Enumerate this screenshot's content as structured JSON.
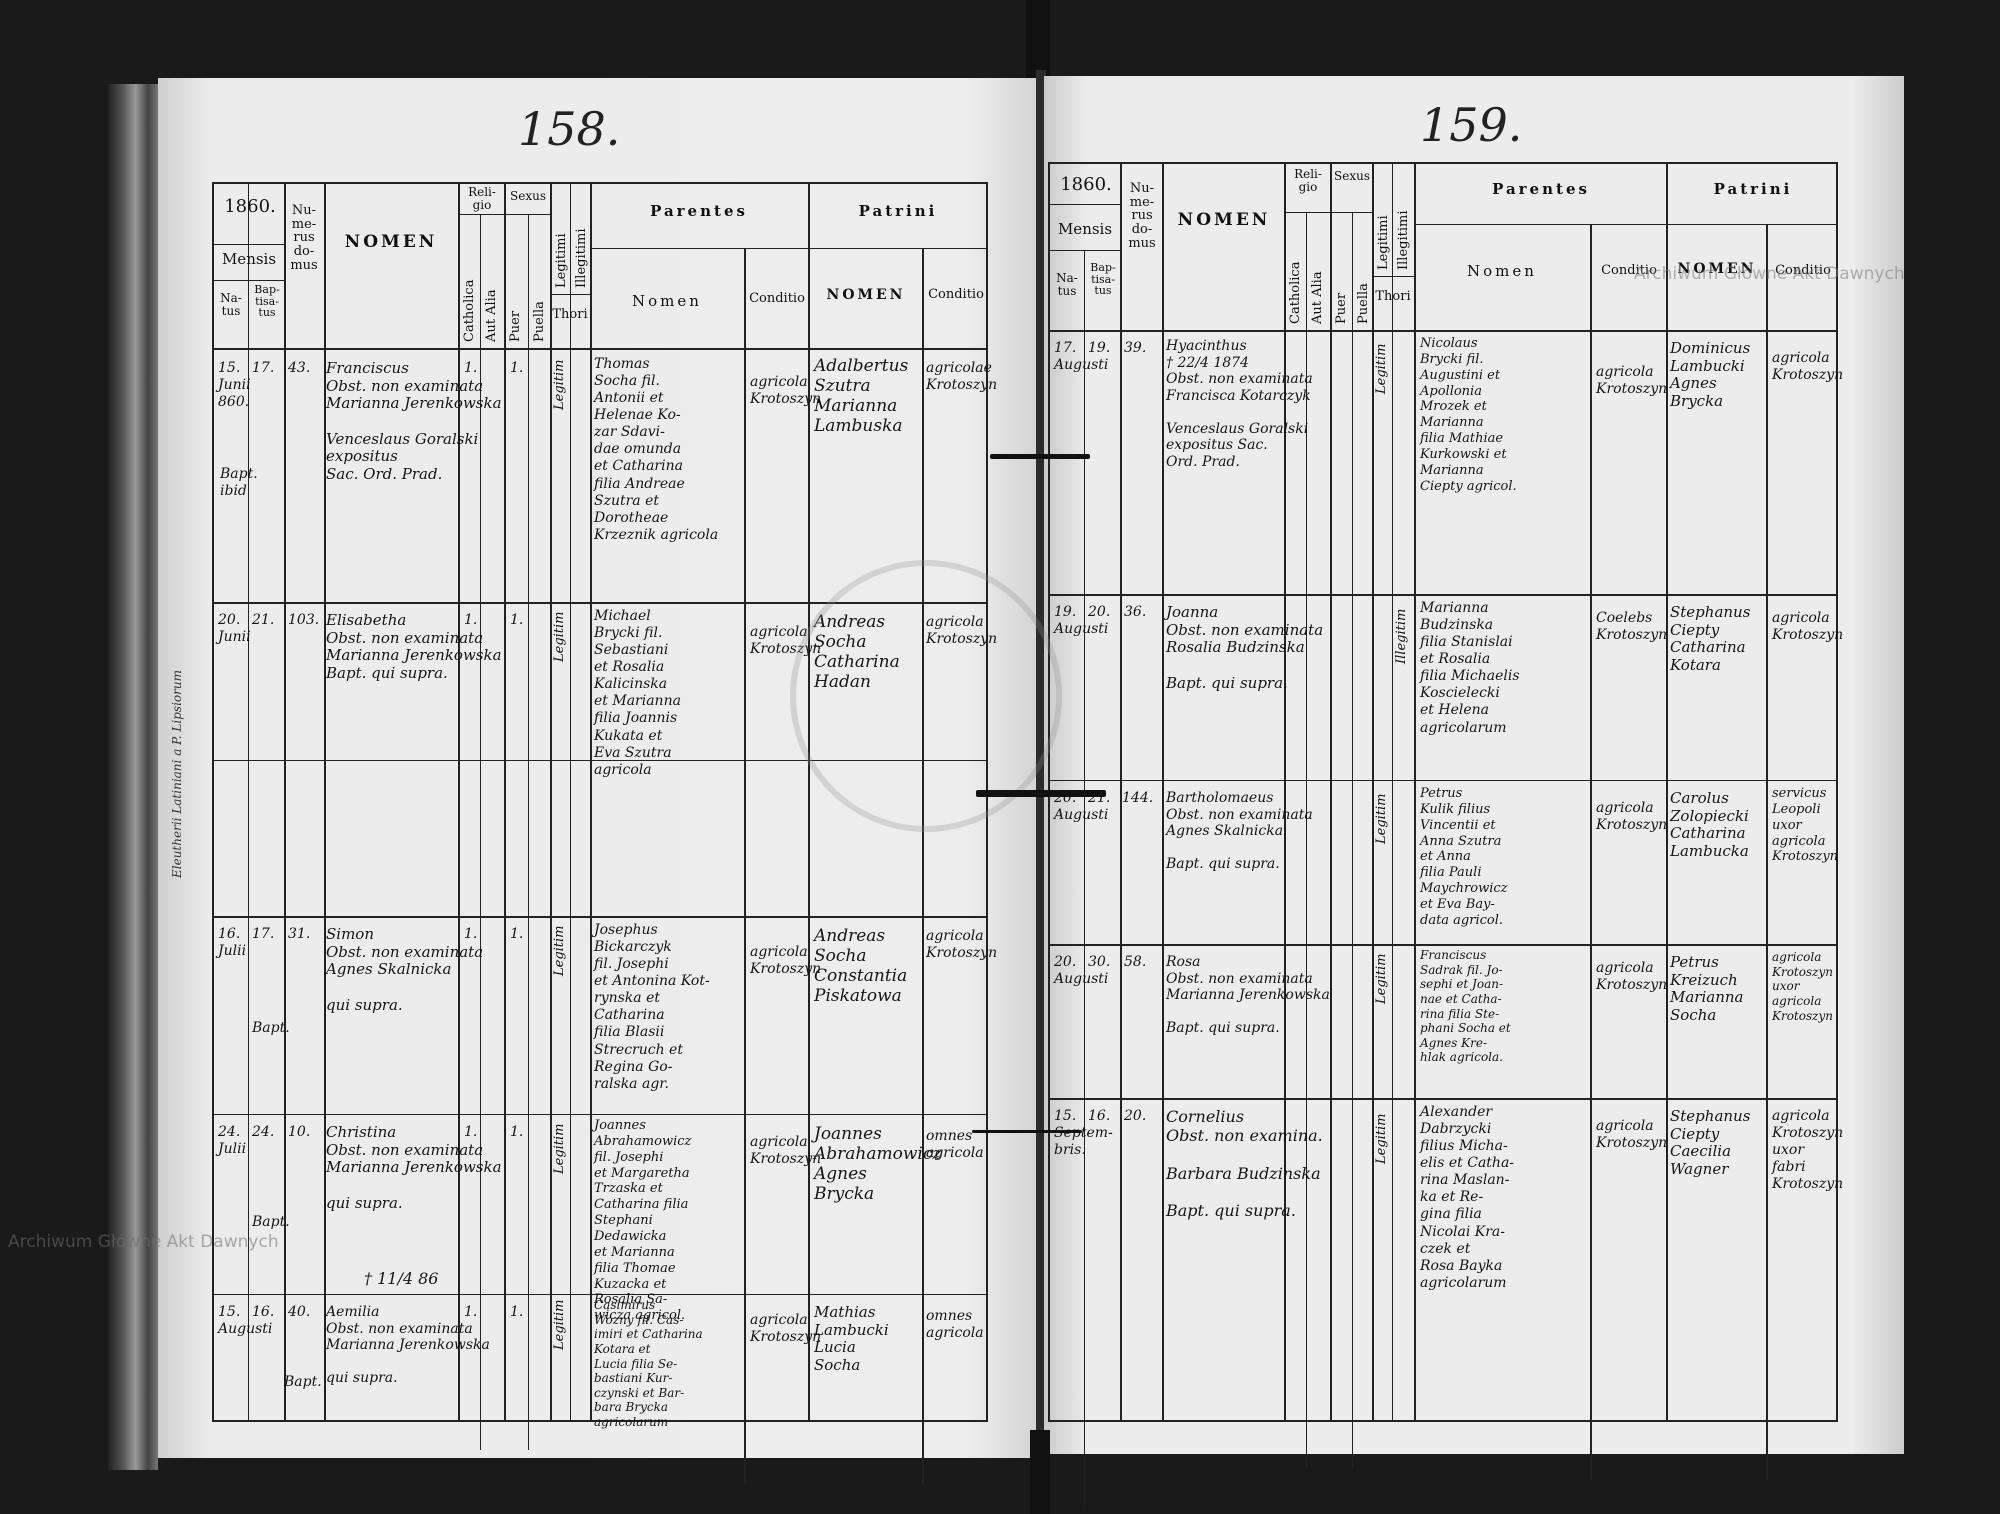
{
  "left_page": {
    "page_number": "158.",
    "year": "1860.",
    "headers": {
      "mensis": "Mensis",
      "natus": "Na-\ntus",
      "baptisatus": "Bap-\ntisa-\ntus",
      "numerus": "Nu-\nme-\nrus\ndo-\nmus",
      "nomen": "NOMEN",
      "religio": "Reli-\ngio",
      "catholica": "Catholica",
      "aut_alia": "Aut Alia",
      "sexus": "Sexus",
      "puer": "Puer",
      "puella": "Puella",
      "legitimi": "Legitimi",
      "illegitimi": "Illegitimi",
      "thori": "Thori",
      "parentes": "Parentes",
      "parentes_nomen": "Nomen",
      "parentes_conditio": "Conditio",
      "patrini": "Patrini",
      "patrini_nomen": "NOMEN",
      "patrini_conditio": "Conditio"
    },
    "entries": [
      {
        "natus": "15.\nJunii\n860.",
        "bapt": "17.",
        "bapt_note": "Bapt.\nibid",
        "numerus": "43.",
        "nomen": "Franciscus\nObst. non examinata\nMarianna Jerenkowska\n\nVenceslaus Goralski\nexpositus\nSac. Ord. Prad.",
        "catholica": "1.",
        "puer": "1.",
        "legit": "Legitim",
        "parentes": "Thomas\nSocha fil.\nAntonii et\nHelenae Ko-\nzar Sdavi-\ndae omunda\net Catharina\nfilia Andreae\nSzutra et\nDorotheae\nKrzeznik agricola",
        "parentes_cond": "agricola\nKrotoszyn",
        "patrini": "Adalbertus\nSzutra\nMarianna\nLambuska",
        "patrini_cond": "agricolae\nKrotoszyn"
      },
      {
        "natus": "20.\nJunii",
        "bapt": "21.",
        "bapt_note": "",
        "numerus": "103.",
        "nomen": "Elisabetha\nObst. non examinata\nMarianna Jerenkowska\nBapt. qui supra.",
        "catholica": "1.",
        "puer": "1.",
        "legit": "Legitim",
        "parentes": "Michael\nBrycki fil.\nSebastiani\net Rosalia\nKalicinska\net Marianna\nfilia Joannis\nKukata et\nEva Szutra\nagricola",
        "parentes_cond": "agricola\nKrotoszyn",
        "patrini": "Andreas\nSocha\nCatharina\nHadan",
        "patrini_cond": "agricola\nKrotoszyn"
      },
      {
        "natus": "16.\nJulii",
        "bapt": "17.",
        "bapt_note": "Bapt.",
        "numerus": "31.",
        "nomen": "Simon\nObst. non examinata\nAgnes Skalnicka\n\nqui supra.",
        "catholica": "1.",
        "puer": "1.",
        "legit": "Legitim",
        "parentes": "Josephus\nBickarczyk\nfil. Josephi\net Antonina Kot-\nrynska et\nCatharina\nfilia Blasii\nStrecruch et\nRegina Go-\nralska agr.",
        "parentes_cond": "agricola\nKrotoszyn",
        "patrini": "Andreas\nSocha\nConstantia\nPiskatowa",
        "patrini_cond": "agricola\nKrotoszyn"
      },
      {
        "natus": "24.\nJulii",
        "bapt": "24.",
        "bapt_note": "Bapt.",
        "numerus": "10.",
        "nomen": "Christina\nObst. non examinata\nMarianna Jerenkowska\n\nqui supra.",
        "catholica": "1.",
        "puer": "1.",
        "legit": "Legitim",
        "parentes": "Joannes\nAbrahamowicz\nfil. Josephi\net Margaretha\nTrzaska et\nCatharina filia\nStephani\nDedawicka\net Marianna\nfilia Thomae\nKuzacka et\nRosalia Sa-\nwicza agricol.",
        "parentes_cond": "agricola\nKrotoszyn",
        "patrini": "Joannes\nAbrahamowicz\nAgnes\nBrycka",
        "patrini_cond": "omnes\nagricola"
      },
      {
        "natus": "15.\nAugusti",
        "bapt": "16.",
        "bapt_note": "Bapt.",
        "numerus": "40.",
        "nomen": "Aemilia\nObst. non examinata\nMarianna Jerenkowska\n\nqui supra.",
        "catholica": "1.",
        "puer": "1.",
        "legit": "Legitim",
        "parentes": "Casimirus\nWozny fil. Cas-\nimiri et Catharina\nKotara et\nLucia filia Se-\nbastiani Kur-\nczynski et Bar-\nbara Brycka\nagricolarum",
        "parentes_cond": "agricola\nKrotoszyn",
        "patrini": "Mathias\nLambucki\nLucia\nSocha",
        "patrini_cond": "omnes\nagricola"
      }
    ],
    "cross_note": "† 11/4 86",
    "margin_note": "Eleutherii Latiniani a P. Lipsiorum"
  },
  "right_page": {
    "page_number": "159.",
    "year": "1860.",
    "headers": {
      "mensis": "Mensis",
      "natus": "Na-\ntus",
      "baptisatus": "Bap-\ntisa-\ntus",
      "numerus": "Nu-\nme-\nrus\ndo-\nmus",
      "nomen": "NOMEN",
      "religio": "Reli-\ngio",
      "catholica": "Catholica",
      "aut_alia": "Aut Alia",
      "sexus": "Sexus",
      "puer": "Puer",
      "puella": "Puella",
      "legitimi": "Legitimi",
      "illegitimi": "Illegitimi",
      "thori": "Thori",
      "parentes": "Parentes",
      "parentes_nomen": "Nomen",
      "parentes_conditio": "Conditio",
      "patrini": "Patrini",
      "patrini_nomen": "NOMEN",
      "patrini_conditio": "Conditio"
    },
    "entries": [
      {
        "natus": "17.\nAugusti",
        "bapt": "19.",
        "numerus": "39.",
        "nomen": "Hyacinthus\n† 22/4 1874\nObst. non examinata\nFrancisca Kotarczyk\n\nVenceslaus Goralski\nexpositus Sac.\nOrd. Prad.",
        "legit": "Legitim",
        "parentes": "Nicolaus\nBrycki fil.\nAugustini et\nApollonia\nMrozek et\nMarianna\nfilia Mathiae\nKurkowski et\nMarianna\nCiepty agricol.",
        "parentes_cond": "agricola\nKrotoszyn",
        "patrini": "Dominicus\nLambucki\nAgnes\nBrycka",
        "patrini_cond": "agricola\nKrotoszyn"
      },
      {
        "natus": "19.\nAugusti",
        "bapt": "20.",
        "numerus": "36.",
        "nomen": "Joanna\nObst. non examinata\nRosalia Budzinska\n\nBapt. qui supra.",
        "legit": "Illegitim",
        "parentes": "Marianna\nBudzinska\nfilia Stanislai\net Rosalia\nfilia Michaelis\nKoscielecki\net Helena\nagricolarum",
        "parentes_cond": "Coelebs\nKrotoszyn",
        "patrini": "Stephanus\nCiepty\nCatharina\nKotara",
        "patrini_cond": "agricola\nKrotoszyn"
      },
      {
        "natus": "20.\nAugusti",
        "bapt": "21.",
        "numerus": "144.",
        "nomen": "Bartholomaeus\nObst. non examinata\nAgnes Skalnicka\n\nBapt. qui supra.",
        "legit": "Legitim",
        "parentes": "Petrus\nKulik filius\nVincentii et\nAnna Szutra\net Anna\nfilia Pauli\nMaychrowicz\net Eva Bay-\ndata agricol.",
        "parentes_cond": "agricola\nKrotoszyn",
        "patrini": "Carolus\nZolopiecki\nCatharina\nLambucka",
        "patrini_cond": "servicus\nLeopoli\nuxor\nagricola\nKrotoszyn"
      },
      {
        "natus": "20.\nAugusti",
        "bapt": "30.",
        "numerus": "58.",
        "nomen": "Rosa\nObst. non examinata\nMarianna Jerenkowska\n\nBapt. qui supra.",
        "legit": "Legitim",
        "parentes": "Franciscus\nSadrak fil. Jo-\nsephi et Joan-\nnae et Catha-\nrina filia Ste-\nphani Socha et\nAgnes Kre-\nhlak agricola.",
        "parentes_cond": "agricola\nKrotoszyn",
        "patrini": "Petrus\nKreizuch\nMarianna\nSocha",
        "patrini_cond": "agricola\nKrotoszyn\nuxor\nagricola\nKrotoszyn"
      },
      {
        "natus": "15.\nSeptem-\nbris.",
        "bapt": "16.",
        "numerus": "20.",
        "nomen": "Cornelius\nObst. non examina.\n\nBarbara Budzinska\n\nBapt. qui supra.",
        "legit": "Legitim",
        "parentes": "Alexander\nDabrzycki\nfilius Micha-\nelis et Catha-\nrina Maslan-\nka et Re-\ngina filia\nNicolai Kra-\nczek et\nRosa Bayka\nagricolarum",
        "parentes_cond": "agricola\nKrotoszyn",
        "patrini": "Stephanus\nCiepty\nCaecilia\nWagner",
        "patrini_cond": "agricola\nKrotoszyn\nuxor\nfabri\nKrotoszyn"
      }
    ]
  },
  "watermarks": {
    "top_right": "Archiwum Główne Akt Dawnych",
    "bottom_left": "Archiwum Główne Akt Dawnych"
  }
}
